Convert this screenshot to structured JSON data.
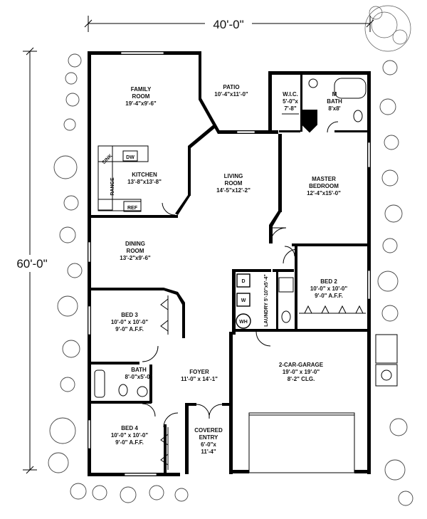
{
  "dimensions": {
    "width": "40'-0\"",
    "depth": "60'-0\""
  },
  "rooms": [
    {
      "key": "family",
      "lines": [
        "FAMILY",
        "ROOM",
        "19'-4\"x9'-6\""
      ]
    },
    {
      "key": "patio",
      "lines": [
        "PATIO",
        "10'-4\"x11'-0\""
      ]
    },
    {
      "key": "wic",
      "lines": [
        "W.I.C.",
        "5'-0\"x",
        "7'-8\""
      ]
    },
    {
      "key": "mbath",
      "lines": [
        "M",
        "BATH",
        "8'x8'"
      ]
    },
    {
      "key": "kitchen",
      "lines": [
        "KITCHEN",
        "13'-8\"x13'-8\""
      ]
    },
    {
      "key": "living",
      "lines": [
        "LIVING",
        "ROOM",
        "14'-5\"x12'-2\""
      ]
    },
    {
      "key": "master",
      "lines": [
        "MASTER",
        "BEDROOM",
        "12'-4\"x15'-0\""
      ]
    },
    {
      "key": "dining",
      "lines": [
        "DINING",
        "ROOM",
        "13'-2\"x9'-6\""
      ]
    },
    {
      "key": "bed2",
      "lines": [
        "BED 2",
        "10'-0\" x 10'-0\"",
        "9'-0\" A.F.F."
      ]
    },
    {
      "key": "bed3",
      "lines": [
        "BED 3",
        "10'-0\" x 10'-0\"",
        "9'-0\" A.F.F."
      ]
    },
    {
      "key": "garage",
      "lines": [
        "2-CAR-GARAGE",
        "19'-0\" x 19'-0\"",
        "8'-2\" CLG."
      ]
    },
    {
      "key": "bath",
      "lines": [
        "BATH",
        "8'-0\"x5'-0\""
      ]
    },
    {
      "key": "foyer",
      "lines": [
        "FOYER",
        "11'-0\" x 14'-1\""
      ]
    },
    {
      "key": "bed4",
      "lines": [
        "BED 4",
        "10'-0\" x 10'-0\"",
        "9'-0\" A.F.F."
      ]
    },
    {
      "key": "entry",
      "lines": [
        "COVERED",
        "ENTRY",
        "6'-0\"x",
        "11'-4\""
      ]
    }
  ],
  "laundry": "LAUNDRY 5'-10\"x5'-4\"",
  "fixtures": {
    "dw": "DW",
    "sink": "SINK",
    "range": "RANGE",
    "ref": "REF",
    "dryer": "D",
    "washer": "W",
    "water_heater": "WH"
  }
}
